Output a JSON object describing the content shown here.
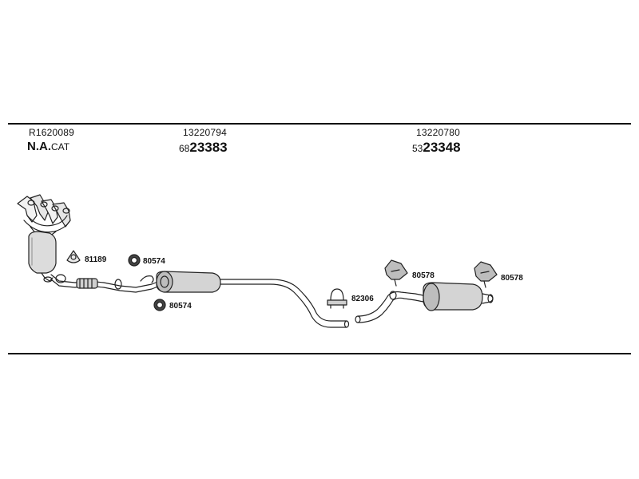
{
  "header": {
    "col1": {
      "ref": "R1620089",
      "desc_main": "N.A.",
      "desc_suffix": "CAT"
    },
    "col2": {
      "ref": "13220794",
      "code_prefix": "68",
      "code_main": "23383"
    },
    "col3": {
      "ref": "13220780",
      "code_prefix": "53",
      "code_main": "23348"
    }
  },
  "parts": {
    "gasket": "81189",
    "ring_upper": "80574",
    "ring_lower": "80574",
    "clamp": "82306",
    "hanger_left": "80578",
    "hanger_right": "80578"
  }
}
